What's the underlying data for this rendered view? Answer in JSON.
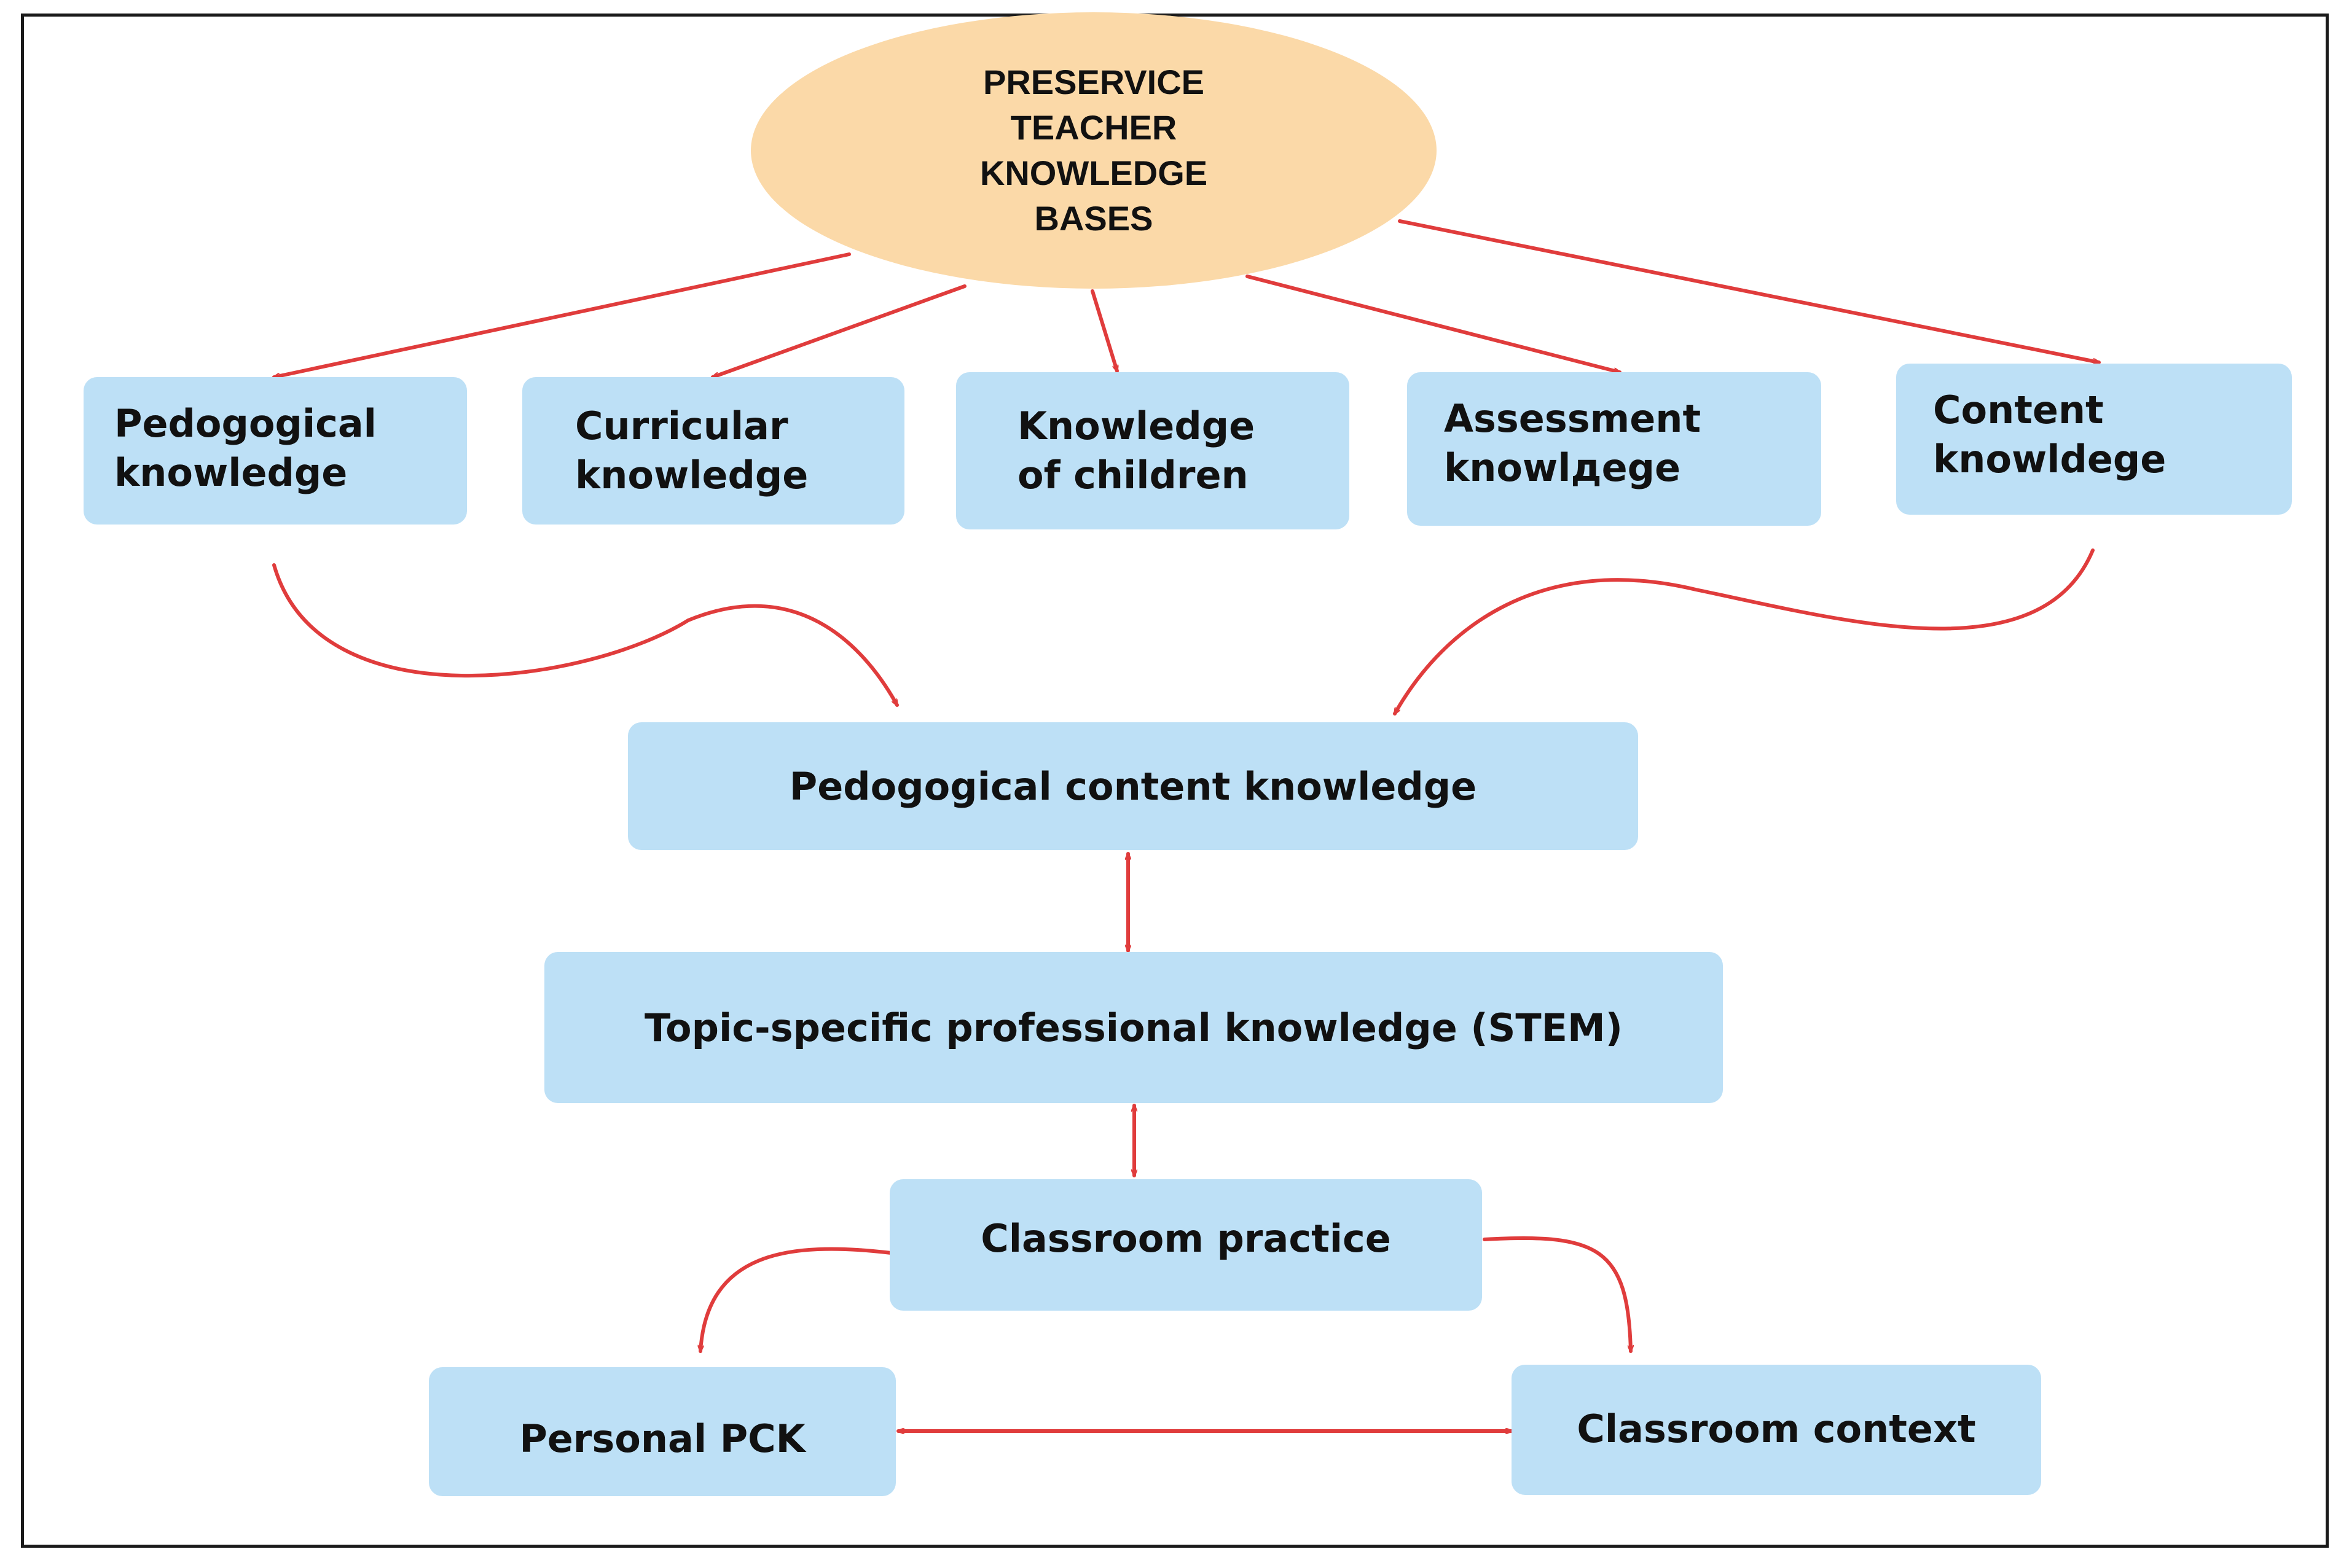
{
  "diagram": {
    "root": {
      "label": "PRESERVICE\nTEACHER\nKNOWLEDGE\nBASES"
    },
    "bases": [
      {
        "label": "Pedogogical\nknowledge"
      },
      {
        "label": "Curricular\nknowledge"
      },
      {
        "label": "Knowledge\nof children"
      },
      {
        "label": "Assessment\nknowlдege"
      },
      {
        "label": "Content\nknowldege"
      }
    ],
    "pck": {
      "label": "Pedogogical content knowledge"
    },
    "tspk": {
      "label": "Topic-specific professional knowledge (STEM)"
    },
    "practice": {
      "label": "Classroom practice"
    },
    "personal": {
      "label": "Personal PCK"
    },
    "context": {
      "label": "Classroom context"
    }
  },
  "colors": {
    "arrow": "#e03c3c",
    "box": "#bde0f6",
    "ellipse": "#fbd9a8",
    "frame": "#1a1a1a"
  }
}
